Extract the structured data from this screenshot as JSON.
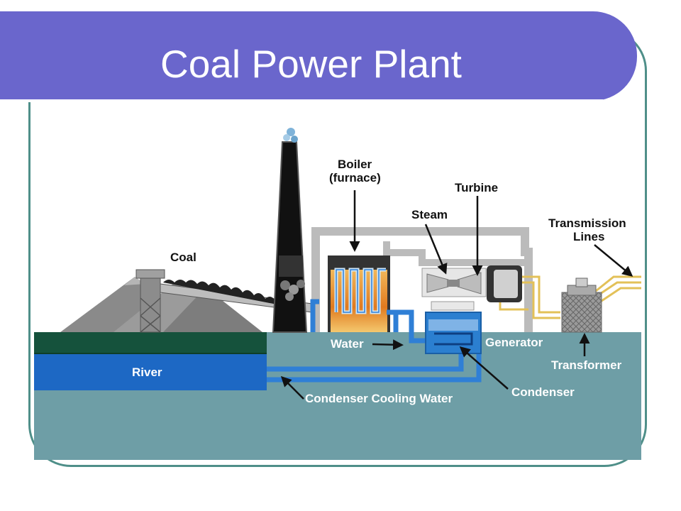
{
  "slide": {
    "title": "Coal Power Plant"
  },
  "diagram": {
    "labels": {
      "boiler_line1": "Boiler",
      "boiler_line2": "(furnace)",
      "turbine": "Turbine",
      "steam": "Steam",
      "transmission_line1": "Transmission",
      "transmission_line2": "Lines",
      "coal": "Coal",
      "water": "Water",
      "generator": "Generator",
      "river": "River",
      "transformer": "Transformer",
      "condenser": "Condenser",
      "condenser_cooling_water": "Condenser Cooling Water"
    },
    "colors": {
      "ground": "#6e9ea6",
      "ground_top": "#66959d",
      "grass": "#15523c",
      "river": "#1d68c4",
      "water_pipe": "#2f7fd6",
      "fire": "#e6902a",
      "smokestack": "#111111",
      "building": "#cfcfcf",
      "cable": "#e3c158"
    }
  }
}
